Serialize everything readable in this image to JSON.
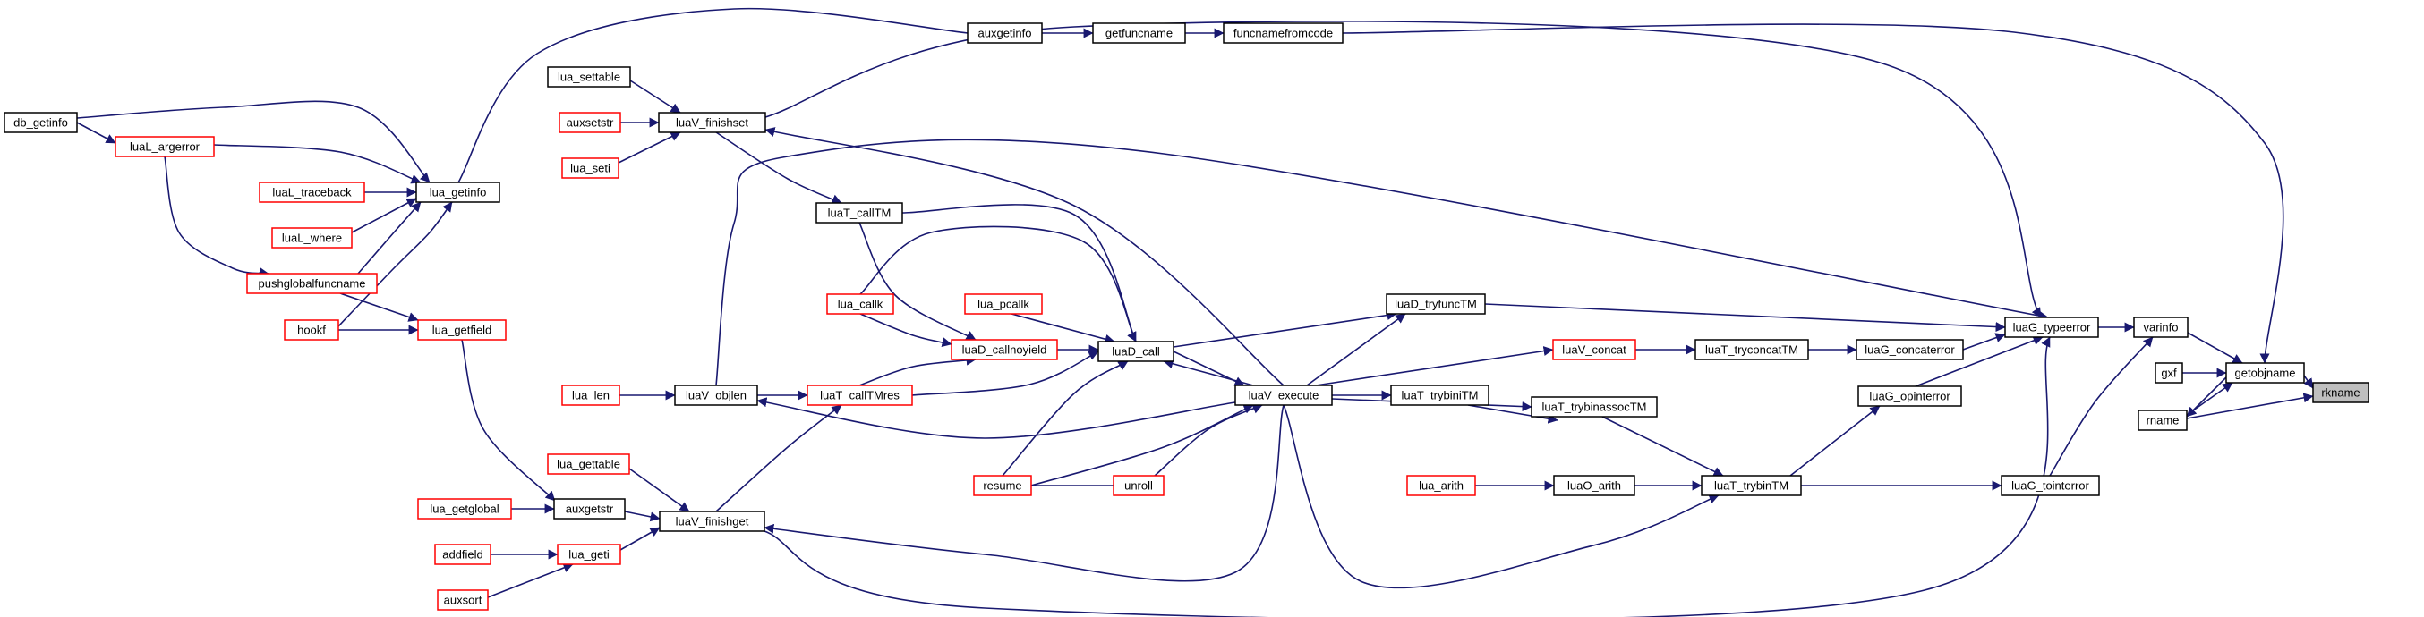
{
  "nodes": {
    "rkname": {
      "label": "rkname",
      "style": "target"
    },
    "getobjname": {
      "label": "getobjname",
      "style": "normal"
    },
    "varinfo": {
      "label": "varinfo",
      "style": "normal"
    },
    "gxf": {
      "label": "gxf",
      "style": "normal"
    },
    "rname": {
      "label": "rname",
      "style": "normal"
    },
    "luaG_typeerror": {
      "label": "luaG_typeerror",
      "style": "normal"
    },
    "luaG_tointerror": {
      "label": "luaG_tointerror",
      "style": "normal"
    },
    "luaG_concaterror": {
      "label": "luaG_concaterror",
      "style": "normal"
    },
    "luaG_opinterror": {
      "label": "luaG_opinterror",
      "style": "normal"
    },
    "luaT_tryconcatTM": {
      "label": "luaT_tryconcatTM",
      "style": "normal"
    },
    "luaV_concat": {
      "label": "luaV_concat",
      "style": "linked"
    },
    "luaT_trybinTM": {
      "label": "luaT_trybinTM",
      "style": "normal"
    },
    "luaO_arith": {
      "label": "luaO_arith",
      "style": "normal"
    },
    "lua_arith": {
      "label": "lua_arith",
      "style": "linked"
    },
    "luaT_trybinassocTM": {
      "label": "luaT_trybinassocTM",
      "style": "normal"
    },
    "luaT_trybiniTM": {
      "label": "luaT_trybiniTM",
      "style": "normal"
    },
    "luaD_tryfuncTM": {
      "label": "luaD_tryfuncTM",
      "style": "normal"
    },
    "luaV_execute": {
      "label": "luaV_execute",
      "style": "normal"
    },
    "luaD_call": {
      "label": "luaD_call",
      "style": "normal"
    },
    "resume": {
      "label": "resume",
      "style": "linked"
    },
    "unroll": {
      "label": "unroll",
      "style": "linked"
    },
    "luaD_callnoyield": {
      "label": "luaD_callnoyield",
      "style": "linked"
    },
    "lua_pcallk": {
      "label": "lua_pcallk",
      "style": "linked"
    },
    "lua_callk": {
      "label": "lua_callk",
      "style": "linked"
    },
    "luaT_callTM": {
      "label": "luaT_callTM",
      "style": "normal"
    },
    "luaT_callTMres": {
      "label": "luaT_callTMres",
      "style": "linked"
    },
    "luaV_objlen": {
      "label": "luaV_objlen",
      "style": "normal"
    },
    "lua_len": {
      "label": "lua_len",
      "style": "linked"
    },
    "luaV_finishset": {
      "label": "luaV_finishset",
      "style": "normal"
    },
    "lua_settable": {
      "label": "lua_settable",
      "style": "normal"
    },
    "auxsetstr": {
      "label": "auxsetstr",
      "style": "linked"
    },
    "lua_seti": {
      "label": "lua_seti",
      "style": "linked"
    },
    "luaV_finishget": {
      "label": "luaV_finishget",
      "style": "normal"
    },
    "lua_gettable": {
      "label": "lua_gettable",
      "style": "linked"
    },
    "auxgetstr": {
      "label": "auxgetstr",
      "style": "normal"
    },
    "lua_getglobal": {
      "label": "lua_getglobal",
      "style": "linked"
    },
    "lua_getfield": {
      "label": "lua_getfield",
      "style": "linked"
    },
    "lua_geti": {
      "label": "lua_geti",
      "style": "linked"
    },
    "addfield": {
      "label": "addfield",
      "style": "linked"
    },
    "auxsort": {
      "label": "auxsort",
      "style": "linked"
    },
    "funcnamefromcode": {
      "label": "funcnamefromcode",
      "style": "normal"
    },
    "getfuncname": {
      "label": "getfuncname",
      "style": "normal"
    },
    "auxgetinfo": {
      "label": "auxgetinfo",
      "style": "normal"
    },
    "lua_getinfo": {
      "label": "lua_getinfo",
      "style": "normal"
    },
    "db_getinfo": {
      "label": "db_getinfo",
      "style": "normal"
    },
    "luaL_argerror": {
      "label": "luaL_argerror",
      "style": "linked"
    },
    "luaL_traceback": {
      "label": "luaL_traceback",
      "style": "linked"
    },
    "luaL_where": {
      "label": "luaL_where",
      "style": "linked"
    },
    "pushglobalfuncname": {
      "label": "pushglobalfuncname",
      "style": "linked"
    },
    "hookf": {
      "label": "hookf",
      "style": "linked"
    }
  },
  "edges": [
    [
      "getobjname",
      "rkname"
    ],
    [
      "rname",
      "rkname"
    ],
    [
      "varinfo",
      "getobjname"
    ],
    [
      "gxf",
      "getobjname"
    ],
    [
      "rname",
      "getobjname"
    ],
    [
      "funcnamefromcode",
      "getobjname"
    ],
    [
      "getobjname",
      "rname"
    ],
    [
      "luaG_typeerror",
      "varinfo"
    ],
    [
      "luaG_tointerror",
      "varinfo"
    ],
    [
      "luaG_concaterror",
      "luaG_typeerror"
    ],
    [
      "luaG_opinterror",
      "luaG_typeerror"
    ],
    [
      "luaD_tryfuncTM",
      "luaG_typeerror"
    ],
    [
      "luaV_finishset",
      "luaG_typeerror"
    ],
    [
      "luaV_objlen",
      "luaG_typeerror"
    ],
    [
      "luaV_finishget",
      "luaG_typeerror"
    ],
    [
      "luaT_trybinTM",
      "luaG_opinterror"
    ],
    [
      "luaT_trybinTM",
      "luaG_tointerror"
    ],
    [
      "luaT_tryconcatTM",
      "luaG_concaterror"
    ],
    [
      "luaV_concat",
      "luaT_tryconcatTM"
    ],
    [
      "luaV_execute",
      "luaV_concat"
    ],
    [
      "luaO_arith",
      "luaT_trybinTM"
    ],
    [
      "luaT_trybinassocTM",
      "luaT_trybinTM"
    ],
    [
      "luaV_execute",
      "luaT_trybinTM"
    ],
    [
      "lua_arith",
      "luaO_arith"
    ],
    [
      "luaT_trybiniTM",
      "luaT_trybinassocTM"
    ],
    [
      "luaV_execute",
      "luaT_trybinassocTM"
    ],
    [
      "luaV_execute",
      "luaT_trybiniTM"
    ],
    [
      "luaD_call",
      "luaD_tryfuncTM"
    ],
    [
      "luaV_execute",
      "luaD_tryfuncTM"
    ],
    [
      "luaD_call",
      "luaV_execute"
    ],
    [
      "resume",
      "luaV_execute"
    ],
    [
      "unroll",
      "luaV_execute"
    ],
    [
      "luaV_execute",
      "luaV_finishset"
    ],
    [
      "luaV_execute",
      "luaV_objlen"
    ],
    [
      "luaV_execute",
      "luaV_finishget"
    ],
    [
      "luaD_callnoyield",
      "luaD_call"
    ],
    [
      "lua_pcallk",
      "luaD_call"
    ],
    [
      "lua_callk",
      "luaD_call"
    ],
    [
      "luaT_callTM",
      "luaD_call"
    ],
    [
      "luaT_callTMres",
      "luaD_call"
    ],
    [
      "resume",
      "luaD_call"
    ],
    [
      "luaV_execute",
      "luaD_call"
    ],
    [
      "resume",
      "unroll"
    ],
    [
      "lua_callk",
      "luaD_callnoyield"
    ],
    [
      "luaT_callTM",
      "luaD_callnoyield"
    ],
    [
      "luaT_callTMres",
      "luaD_callnoyield"
    ],
    [
      "luaV_finishset",
      "luaT_callTM"
    ],
    [
      "luaV_objlen",
      "luaT_callTMres"
    ],
    [
      "luaV_finishget",
      "luaT_callTMres"
    ],
    [
      "lua_len",
      "luaV_objlen"
    ],
    [
      "lua_settable",
      "luaV_finishset"
    ],
    [
      "auxsetstr",
      "luaV_finishset"
    ],
    [
      "lua_seti",
      "luaV_finishset"
    ],
    [
      "lua_gettable",
      "luaV_finishget"
    ],
    [
      "auxgetstr",
      "luaV_finishget"
    ],
    [
      "lua_geti",
      "luaV_finishget"
    ],
    [
      "lua_getglobal",
      "auxgetstr"
    ],
    [
      "lua_getfield",
      "auxgetstr"
    ],
    [
      "addfield",
      "lua_geti"
    ],
    [
      "auxsort",
      "lua_geti"
    ],
    [
      "getfuncname",
      "funcnamefromcode"
    ],
    [
      "auxgetinfo",
      "getfuncname"
    ],
    [
      "lua_getinfo",
      "auxgetinfo"
    ],
    [
      "db_getinfo",
      "lua_getinfo"
    ],
    [
      "luaL_argerror",
      "lua_getinfo"
    ],
    [
      "luaL_traceback",
      "lua_getinfo"
    ],
    [
      "luaL_where",
      "lua_getinfo"
    ],
    [
      "pushglobalfuncname",
      "lua_getinfo"
    ],
    [
      "hookf",
      "lua_getinfo"
    ],
    [
      "db_getinfo",
      "luaL_argerror"
    ],
    [
      "luaL_argerror",
      "pushglobalfuncname"
    ],
    [
      "pushglobalfuncname",
      "lua_getfield"
    ],
    [
      "hookf",
      "lua_getfield"
    ]
  ]
}
